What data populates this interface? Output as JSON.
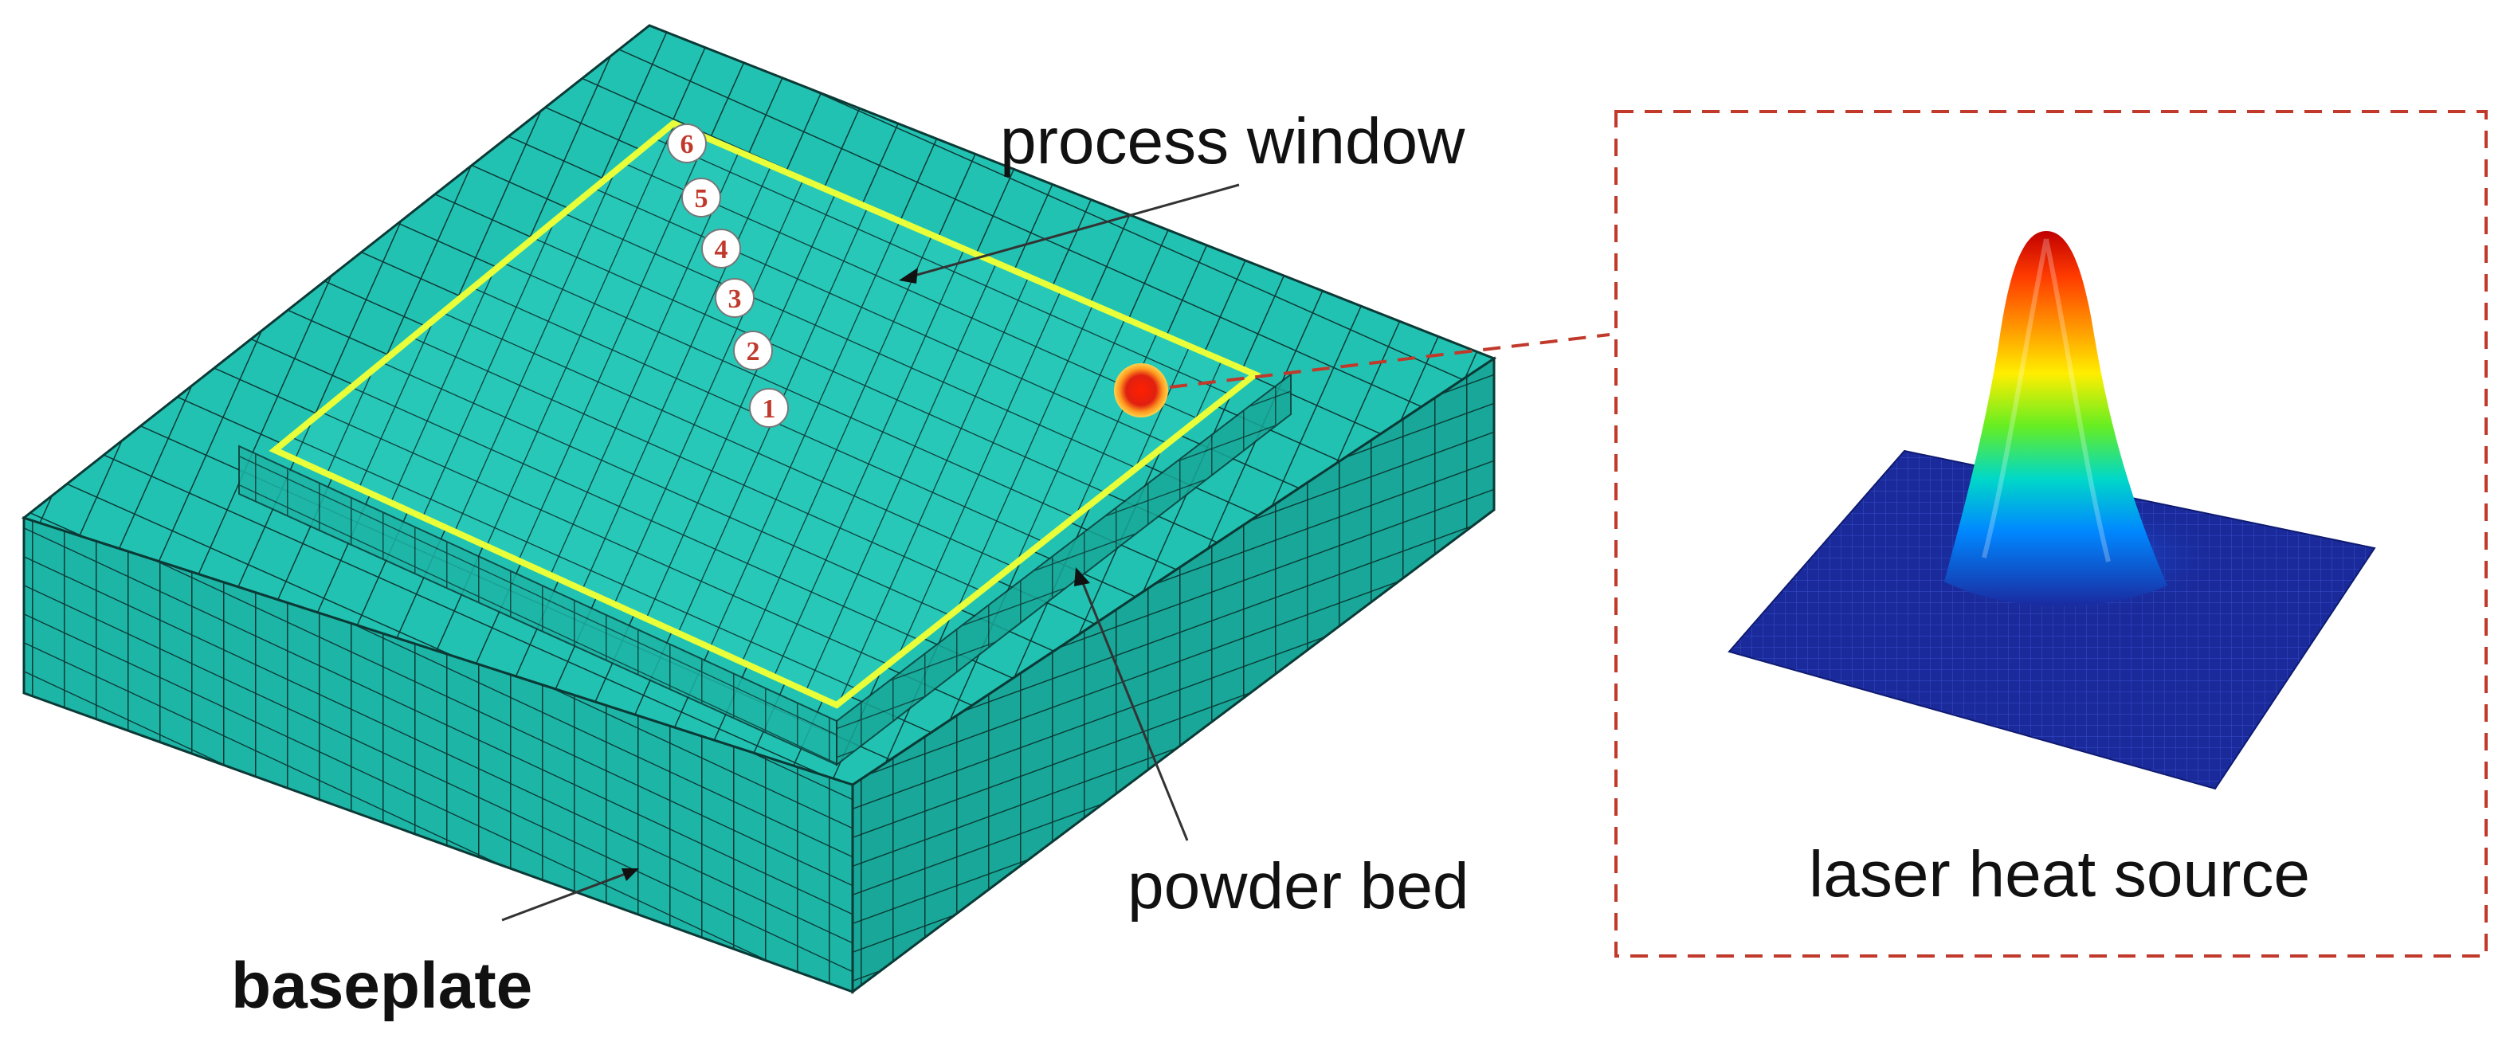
{
  "labels": {
    "process_window": "process window",
    "powder_bed": "powder bed",
    "baseplate": "baseplate",
    "laser_heat_source": "laser heat source"
  },
  "scan_markers": [
    "6",
    "5",
    "4",
    "3",
    "2",
    "1"
  ],
  "colors": {
    "mesh_face": "#20c0b0",
    "mesh_line": "#0b3a36",
    "process_outline": "#e8ff3a",
    "callout_box": "#c0392b",
    "marker_text": "#c0392b",
    "gauss_base": "#1a2a9a"
  }
}
